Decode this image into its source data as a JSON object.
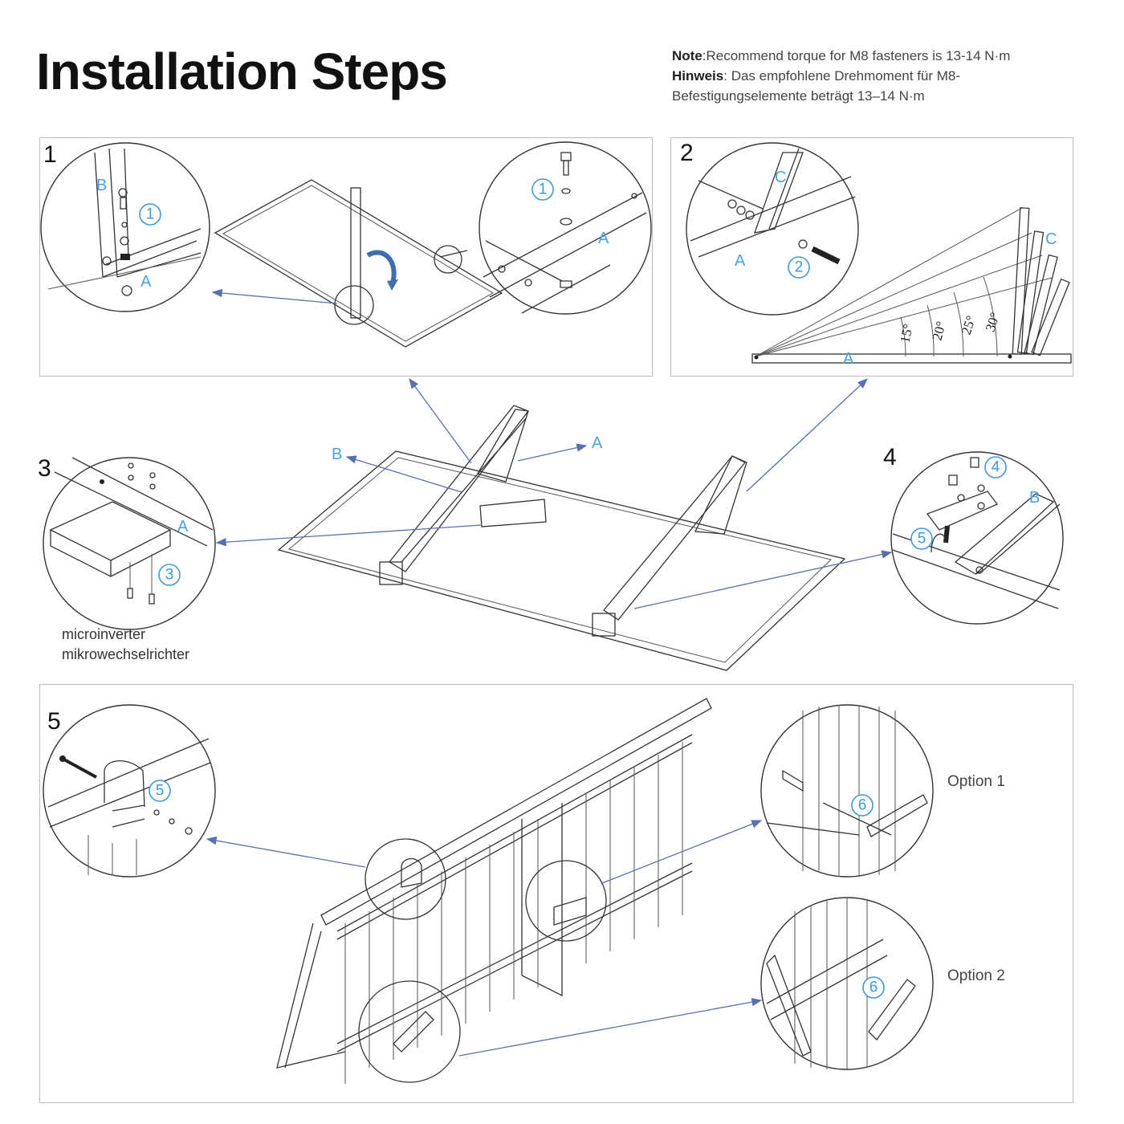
{
  "title": "Installation Steps",
  "note": {
    "en_label": "Note",
    "en_text": ":Recommend torque for M8 fasteners is 13-14 N·m",
    "de_label": "Hinweis",
    "de_text": ": Das empfohlene Drehmoment für M8-",
    "de_text2": "Befestigungselemente beträgt 13–14 N·m"
  },
  "steps": {
    "s1": "1",
    "s2": "2",
    "s3": "3",
    "s4": "4",
    "s5": "5"
  },
  "labels": {
    "A": "A",
    "B": "B",
    "C": "C"
  },
  "callouts": [
    "1",
    "2",
    "3",
    "4",
    "5",
    "6"
  ],
  "angles": [
    "15°",
    "20°",
    "25°",
    "30°"
  ],
  "microinverter": {
    "en": "microinverter",
    "de": "mikrowechselrichter"
  },
  "options": {
    "option1": "Option 1",
    "option2": "Option 2"
  },
  "colors": {
    "accent": "#3e9ad8",
    "arrow": "#5a6fb0",
    "line": "#333333"
  },
  "icons": [
    "rotate-arrow-icon"
  ]
}
